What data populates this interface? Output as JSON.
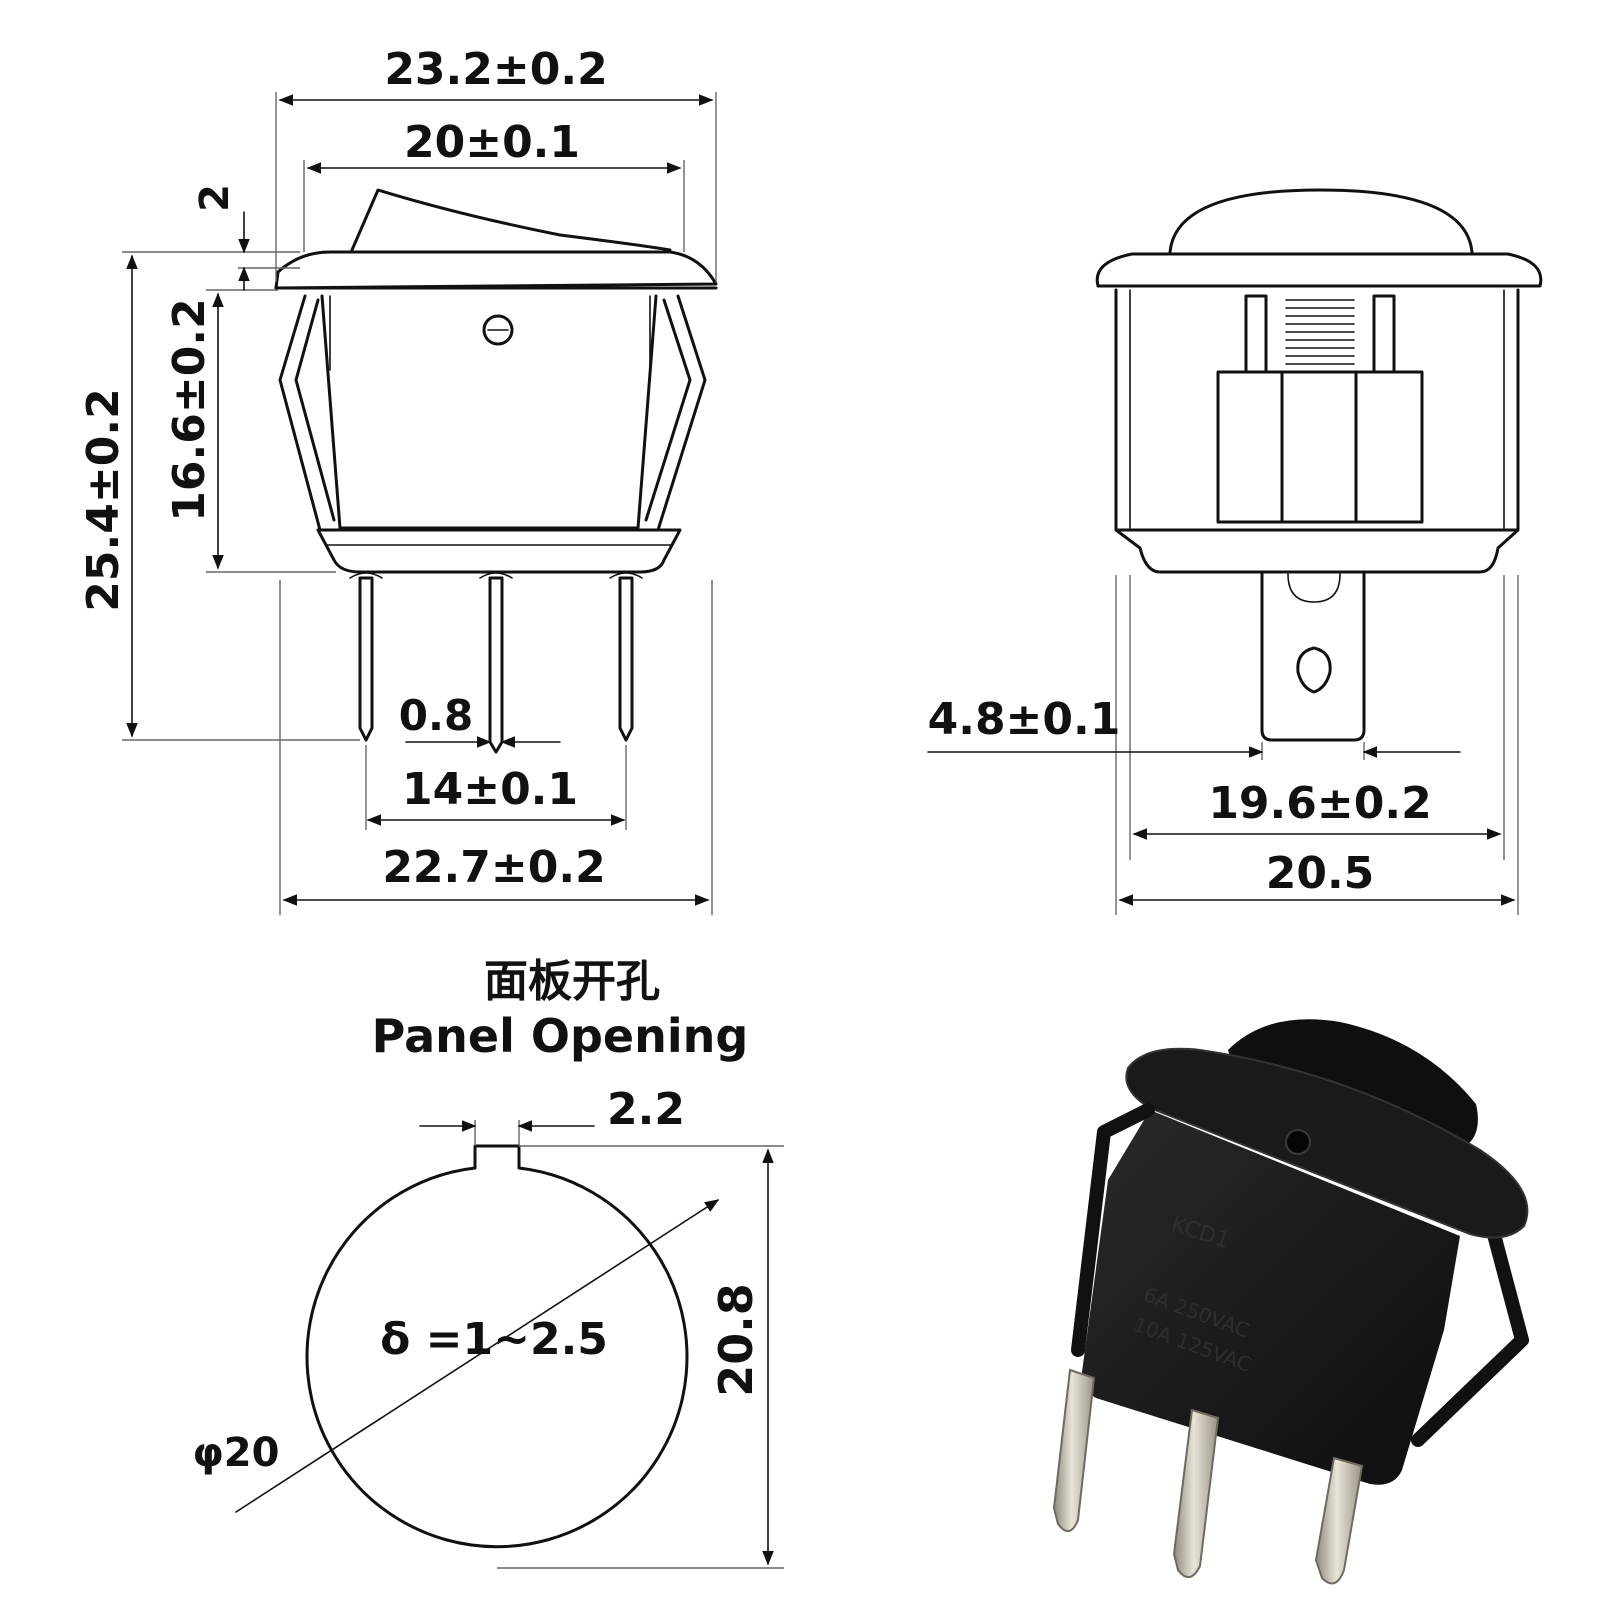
{
  "front_view": {
    "overall_width": "23.2±0.2",
    "bezel_inner_width": "20±0.1",
    "rocker_height": "2",
    "total_height": "25.4±0.2",
    "body_height": "16.6±0.2",
    "pin_thickness": "0.8",
    "pin_pitch_span": "14±0.1",
    "bottom_width": "22.7±0.2"
  },
  "side_view": {
    "terminal_width": "4.8±0.1",
    "body_width": "19.6±0.2",
    "overall_width": "20.5"
  },
  "panel_opening": {
    "title_cn": "面板开孔",
    "title_en": "Panel Opening",
    "notch_width": "2.2",
    "height": "20.8",
    "thickness": "δ =1~2.5",
    "diameter": "φ20"
  },
  "photo": {
    "model": "KCD1",
    "rating_1": "6A  250VAC",
    "rating_2": "10A 125VAC",
    "body_color": "#141414",
    "terminal_color": "#c9c2b0"
  }
}
